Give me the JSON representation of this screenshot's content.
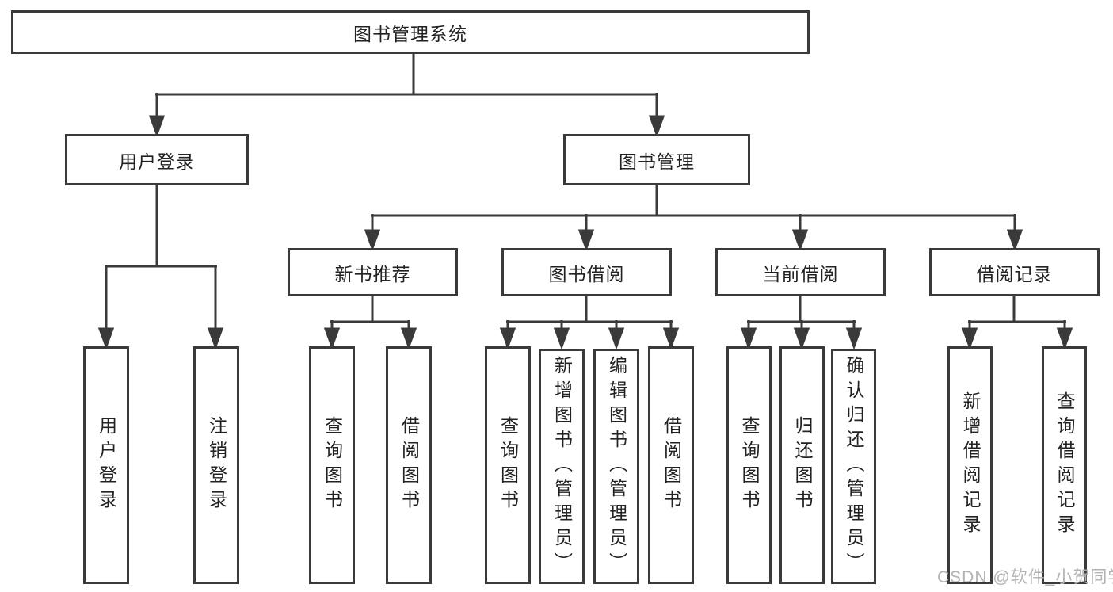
{
  "tree": {
    "root": {
      "label": "图书管理系统"
    },
    "branches": [
      {
        "label": "用户登录",
        "children": [
          {
            "label": "用户登录"
          },
          {
            "label": "注销登录"
          }
        ]
      },
      {
        "label": "图书管理",
        "children": [
          {
            "label": "新书推荐",
            "children": [
              {
                "label": "查询图书"
              },
              {
                "label": "借阅图书"
              }
            ]
          },
          {
            "label": "图书借阅",
            "children": [
              {
                "label": "查询图书"
              },
              {
                "label": "新增图书（管理员）"
              },
              {
                "label": "编辑图书（管理员）"
              },
              {
                "label": "借阅图书"
              }
            ]
          },
          {
            "label": "当前借阅",
            "children": [
              {
                "label": "查询图书"
              },
              {
                "label": "归还图书"
              },
              {
                "label": "确认归还（管理员）"
              }
            ]
          },
          {
            "label": "借阅记录",
            "children": [
              {
                "label": "新增借阅记录"
              },
              {
                "label": "查询借阅记录"
              }
            ]
          }
        ]
      }
    ]
  },
  "watermark": "CSDN @软件_小贺同学",
  "colors": {
    "line": "#3a3a3a",
    "text": "#222222",
    "box_background": "#ffffff",
    "watermark": "#b3b3b3",
    "page_background": "#ffffff"
  }
}
